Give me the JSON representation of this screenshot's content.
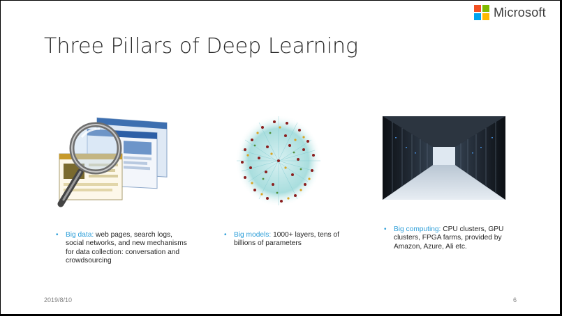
{
  "slide": {
    "title": "Three Pillars of Deep Learning",
    "logo_text": "Microsoft",
    "logo_colors": [
      "#f25022",
      "#7fba00",
      "#00a4ef",
      "#ffb900"
    ],
    "highlight_color": "#2e9fd9",
    "pillars": [
      {
        "image_icon": "magnifier-over-web-pages-image",
        "highlight": "Big data:",
        "text": " web pages, search logs, social networks, and new mechanisms for data collection: conversation and crowdsourcing"
      },
      {
        "image_icon": "neural-network-sphere-image",
        "highlight": "Big models:",
        "text": " 1000+ layers, tens of billions of parameters"
      },
      {
        "image_icon": "server-datacenter-aisle-image",
        "highlight": "Big computing:",
        "text": " CPU clusters, GPU clusters, FPGA farms, provided by Amazon, Azure, Ali etc."
      }
    ],
    "footer": {
      "date": "2019/8/10",
      "page": "6"
    }
  }
}
